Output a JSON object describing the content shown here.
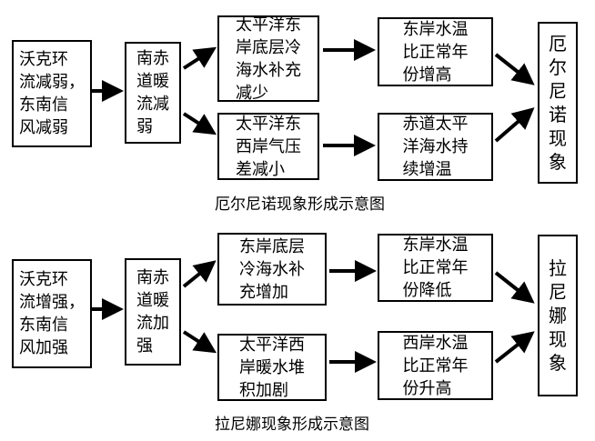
{
  "el_nino": {
    "box1": "沃克环\n流减弱，\n东南信\n风减弱",
    "box2": "南赤\n道暖\n流减\n弱",
    "box3": "太平洋东\n岸底层冷\n海水补充\n减少",
    "box4": "太平洋东\n西岸气压\n差减小",
    "box5": "东岸水温\n比正常年\n份增高",
    "box6": "赤道太平\n洋海水持\n续增温",
    "box7": "厄\n尔\n尼\n诺\n现\n象",
    "caption": "厄尔尼诺现象形成示意图"
  },
  "la_nina": {
    "box1": "沃克环\n流增强，\n东南信\n风加强",
    "box2": "南赤\n道暖\n流加\n强",
    "box3": "东岸底层\n冷海水补\n充增加",
    "box4": "太平洋西\n岸暖水堆\n积加剧",
    "box5": "东岸水温\n比正常年\n份降低",
    "box6": "西岸水温\n比正常年\n份升高",
    "box7": "拉\n尼\n娜\n现\n象",
    "caption": "拉尼娜现象形成示意图"
  }
}
